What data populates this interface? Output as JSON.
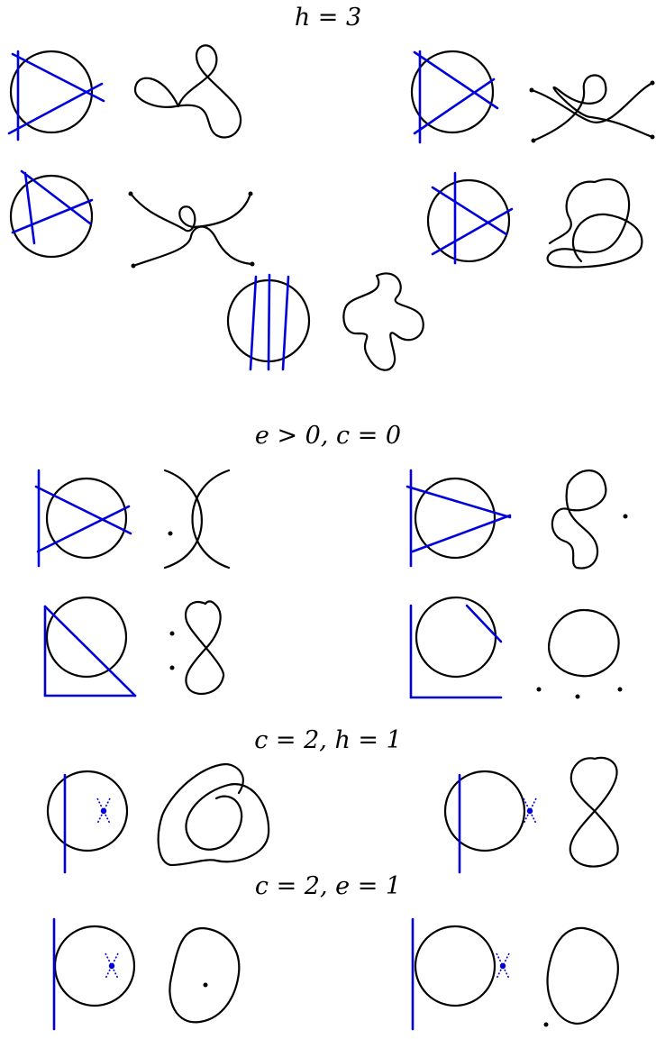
{
  "sections": [
    {
      "label": "h = 3"
    },
    {
      "label": "e > 0, c = 0"
    },
    {
      "label": "c = 2, h = 1"
    },
    {
      "label": "c = 2, e = 1"
    }
  ],
  "colors": {
    "lines": "#0000dd",
    "curves": "#000000"
  }
}
